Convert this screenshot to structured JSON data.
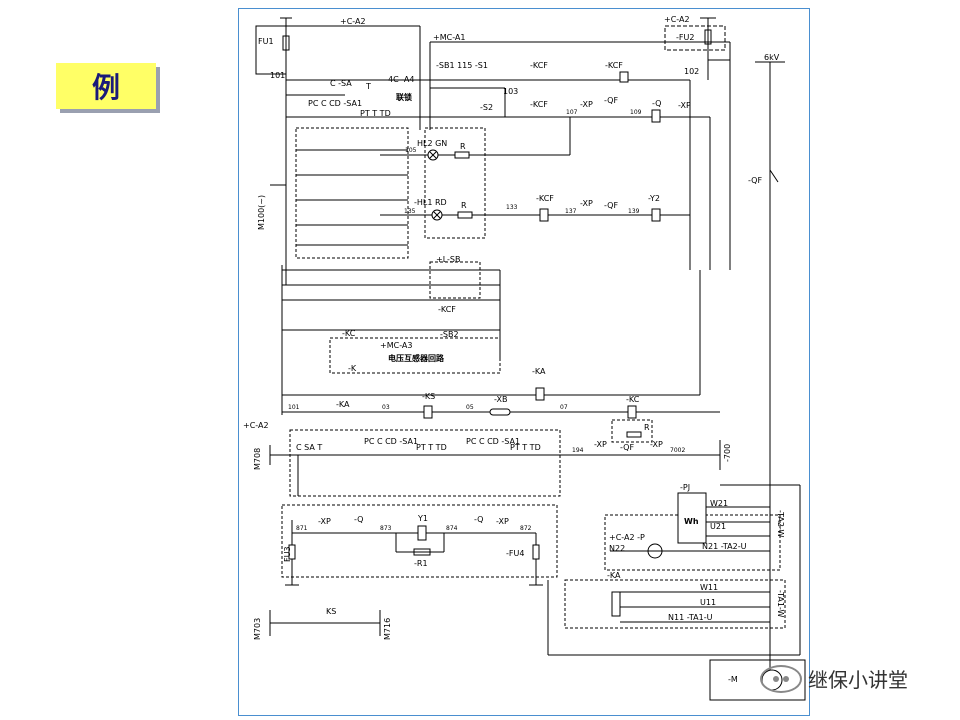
{
  "badge": {
    "label": "例"
  },
  "labels": {
    "fu1": "FU1",
    "fu2": "-FU2",
    "fu3": "FU3",
    "fu4": "-FU4",
    "ca2_top": "+C-A2",
    "ca2_right": "+C-A2",
    "mca1": "+MC-A1",
    "w101": "101",
    "w102": "102",
    "w103": "103",
    "w107": "107",
    "w109": "109",
    "w105": "105",
    "w133": "133",
    "w135": "135",
    "w137": "137",
    "w139": "139",
    "sb1": "-SB1 115 -S1",
    "kcf1": "-KCF",
    "kcf2": "-KCF",
    "kcf3": "-KCF",
    "kcf4": "-KCF",
    "s2": "-S2",
    "xp1": "-XP",
    "qf1": "-QF",
    "q1": "-Q",
    "xp2": "-XP",
    "sa": "C -SA",
    "t": "T",
    "ca4": "4C -A4",
    "interlock": "联锁",
    "pcccd": "PC C CD -SA1",
    "pttd": "PT T TD",
    "hl2": "HL2 GN",
    "hl1": "-HL1 RD",
    "r1": "R",
    "r2": "R",
    "xp3": "-XP",
    "qf2": "-QF",
    "y2": "-Y2",
    "kv6": "6kV",
    "qf_main": "-QF",
    "m100": "M100(~)",
    "lsb": "+L-SB",
    "kcf5": "-KCF",
    "sb2": "-SB2",
    "kc": "-KC",
    "mca3": "+MC-A3",
    "k": "-K",
    "pt_circuit": "电压互感器回路",
    "ka_top": "-KA",
    "ka1": "-KA",
    "ks1": "-KS",
    "xb": "-XB",
    "kc2": "-KC",
    "r3": "R",
    "w01": "101",
    "w03": "03",
    "w05": "05",
    "w07": "07",
    "ca2_left": "+C-A2",
    "m708": "M708",
    "w700": "-700",
    "row_sa": "C SA T",
    "row_sa1a": "PC C CD -SA1",
    "row_pt1": "PT T TD",
    "row_sa1b": "PC C CD -SA1",
    "row_pt2": "PT T TD",
    "xp4": "-XP",
    "qf3": "-QF",
    "xp5": "-XP",
    "w194": "194",
    "w7002": "7002",
    "pj": "-PJ",
    "w21": "W21",
    "wh": "Wh",
    "u21": "U21",
    "ca2p": "+C-A2 -P",
    "n22": "N22",
    "n21": "N21 -TA2-U",
    "ta2w": "-TA2-W",
    "xp6": "-XP",
    "q2": "-Q",
    "y1": "Y1",
    "q3": "-Q",
    "xp7": "-XP",
    "w871": "871",
    "w873": "873",
    "w874": "874",
    "w872": "872",
    "r_1": "-R1",
    "ka2": "-KA",
    "w11": "W11",
    "u11": "U11",
    "n11": "N11 -TA1-U",
    "ta1w": "-TA1-W",
    "m703": "M703",
    "ks2": "KS",
    "m716": "M716",
    "motor": "-M"
  },
  "watermark": {
    "text": "继保小讲堂",
    "icon": "wechat-icon"
  }
}
